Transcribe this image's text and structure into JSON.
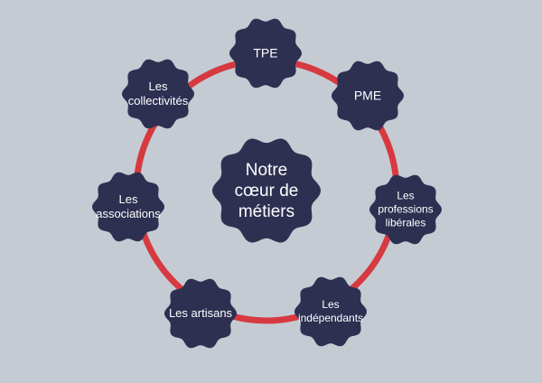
{
  "colors": {
    "background": "#c5cbd3",
    "ring": "#d63a40",
    "badge": "#2e3052",
    "text": "#ffffff"
  },
  "center": {
    "label": "Notre\ncœur de\nmétiers"
  },
  "nodes": [
    {
      "id": "tpe",
      "label": "TPE"
    },
    {
      "id": "pme",
      "label": "PME"
    },
    {
      "id": "professions-liberales",
      "label": "Les\nprofessions\nlibérales"
    },
    {
      "id": "independants",
      "label": "Les\nindépendants"
    },
    {
      "id": "artisans",
      "label": "Les artisans"
    },
    {
      "id": "associations",
      "label": "Les\nassociations"
    },
    {
      "id": "collectivites",
      "label": "Les\ncollectivités"
    }
  ]
}
